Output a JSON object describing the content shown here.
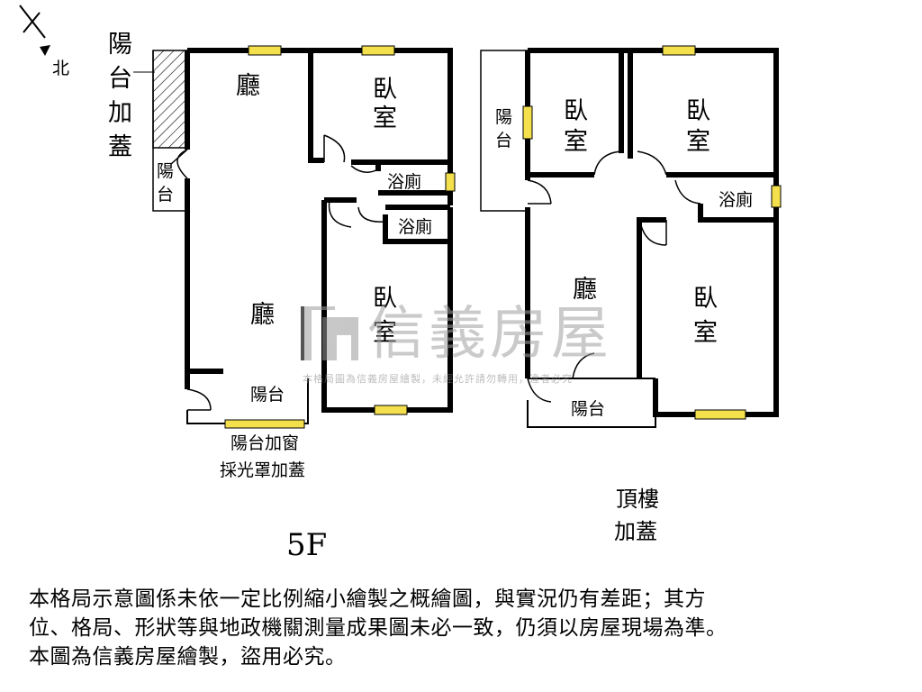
{
  "compass": {
    "north_label": "北"
  },
  "floor_5f": {
    "balcony_extension_label": [
      "陽",
      "台",
      "加",
      "蓋"
    ],
    "balcony_nw_label": [
      "陽",
      "台"
    ],
    "living_top_label": "廳",
    "bedroom_top_label": [
      "臥",
      "室"
    ],
    "bathroom1_label": "浴廁",
    "bathroom2_label": "浴廁",
    "living_main_label": "廳",
    "bedroom_right_label": [
      "臥",
      "室"
    ],
    "balcony_bottom_label": "陽台",
    "window_note_line1": "陽台加窗",
    "window_note_line2": "採光罩加蓋",
    "floor_label": "5F"
  },
  "rooftop": {
    "balcony_left_label": [
      "陽",
      "台"
    ],
    "bedroom1_label": [
      "臥",
      "室"
    ],
    "bedroom2_label": [
      "臥",
      "室"
    ],
    "bathroom_label": "浴廁",
    "living_label": "廳",
    "bedroom3_label": [
      "臥",
      "室"
    ],
    "balcony_bottom_label": "陽台",
    "floor_label": [
      "頂樓",
      "加蓋"
    ]
  },
  "watermark": {
    "brand": "信義房屋",
    "subtext": "本格局圖為信義房屋繪製，未經允許請勿轉用，違者必究"
  },
  "disclaimer": [
    "本格局示意圖係未依一定比例縮小繪製之概繪圖，與實況仍有差距；其方",
    "位、格局、形狀等與地政機關測量成果圖未必一致，仍須以房屋現場為準。",
    "本圖為信義房屋繪製，盜用必究。"
  ],
  "colors": {
    "wall": "#000000",
    "window": "#f4e04d",
    "watermark": "#b8b8b8"
  }
}
